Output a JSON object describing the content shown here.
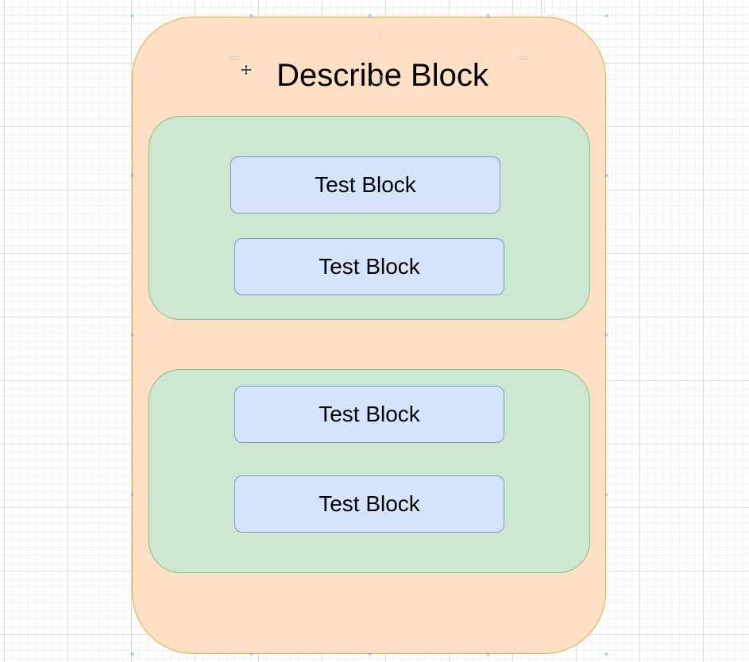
{
  "diagram": {
    "describe_block": {
      "label": "Describe Block",
      "fill": "#ffe0c4",
      "stroke": "#e3a73b"
    },
    "groups": [
      {
        "fill": "#cde8d2",
        "stroke": "#87bf78",
        "test_blocks": [
          {
            "label": "Test Block"
          },
          {
            "label": "Test Block"
          }
        ]
      },
      {
        "fill": "#cde8d2",
        "stroke": "#87bf78",
        "test_blocks": [
          {
            "label": "Test Block"
          },
          {
            "label": "Test Block"
          }
        ]
      }
    ],
    "test_block_style": {
      "fill": "#d6e4fb",
      "stroke": "#7e98c4"
    }
  },
  "selection": {
    "handle_icon": "resize-handle-icon",
    "handle_color": "#4aa8e0",
    "cursor_icon": "move-cursor-icon",
    "hint_icons": [
      "arrow-up-icon",
      "arrow-down-icon",
      "arrow-left-icon",
      "arrow-right-icon"
    ]
  }
}
